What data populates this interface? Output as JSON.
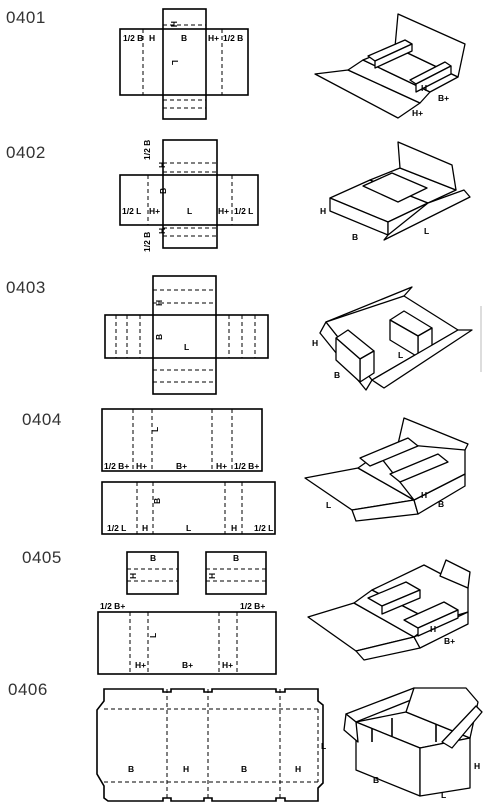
{
  "styles": [
    {
      "code": "0401",
      "labels": {
        "half_b_left": "1/2 B",
        "h_left": "H",
        "b": "B",
        "h_right": "H+",
        "half_b_right": "1/2 B",
        "h_top": "H",
        "l": "L",
        "iso_h": "H",
        "iso_b": "B+",
        "iso_h2": "H+"
      }
    },
    {
      "code": "0402",
      "labels": {
        "half_b_top": "1/2 B",
        "h_top": "H",
        "b": "B",
        "half_l_left": "1/2 L",
        "h_left": "H+",
        "l": "L",
        "h_right": "H+",
        "half_l_right": "1/2 L",
        "h_bottom": "H",
        "half_b_bottom": "1/2 B",
        "iso_h": "H",
        "iso_b": "B",
        "iso_l": "L"
      }
    },
    {
      "code": "0403",
      "labels": {
        "h": "H",
        "b": "B",
        "l": "L",
        "iso_h": "H",
        "iso_b": "B",
        "iso_l": "L"
      }
    },
    {
      "code": "0404",
      "labels": {
        "l_top": "L",
        "half_b_left": "1/2 B+",
        "h_left": "H+",
        "b_plus": "B+",
        "h_right": "H+",
        "half_b_right": "1/2 B+",
        "b_bottom": "B",
        "half_l_left": "1/2 L",
        "h_b_left": "H",
        "l_bottom": "L",
        "h_b_right": "H",
        "half_l_right": "1/2 L",
        "iso_l": "L",
        "iso_h": "H",
        "iso_b": "B"
      }
    },
    {
      "code": "0405",
      "labels": {
        "b_left": "B",
        "h_left": "H",
        "b_right": "B",
        "h_right": "H",
        "half_b_left": "1/2 B+",
        "half_b_right": "1/2 B+",
        "l": "L",
        "h_plus_left": "H+",
        "b_plus": "B+",
        "h_plus_right": "H+",
        "iso_h": "H",
        "iso_b": "B+"
      }
    },
    {
      "code": "0406",
      "labels": {
        "b1": "B",
        "h1": "H",
        "b2": "B",
        "h2": "H",
        "l": "L",
        "iso_h": "H",
        "iso_b": "B",
        "iso_l": "L"
      }
    }
  ]
}
